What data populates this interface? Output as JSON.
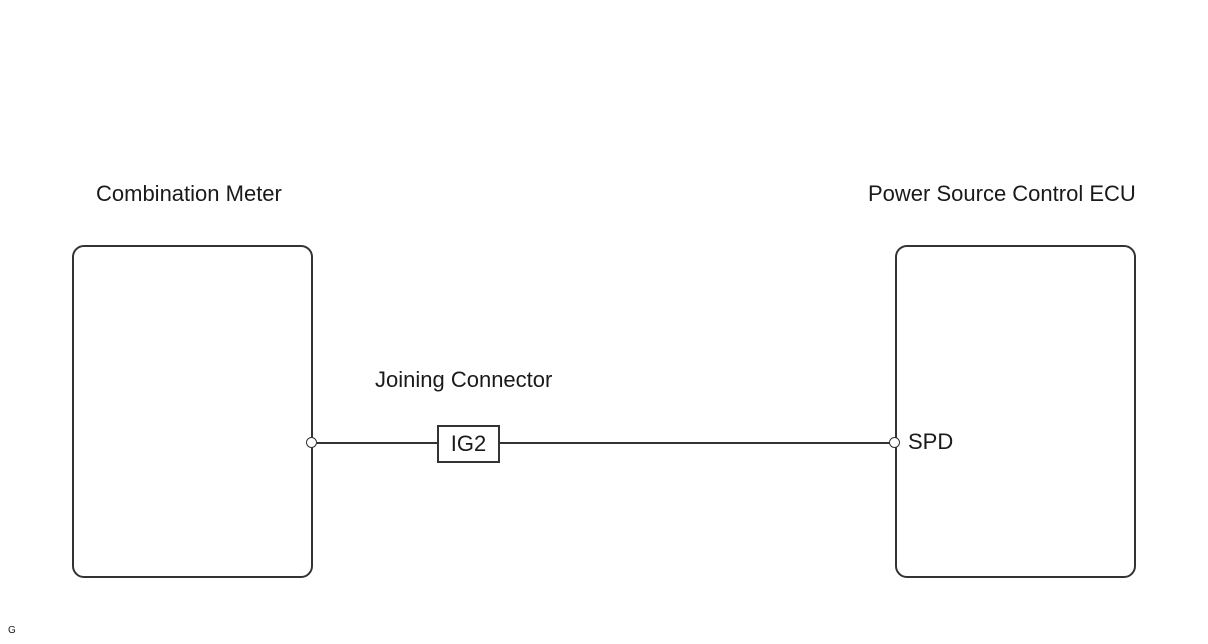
{
  "components": {
    "combination_meter": {
      "label": "Combination Meter"
    },
    "power_source_ecu": {
      "label": "Power Source Control ECU",
      "terminal": "SPD"
    },
    "joining_connector": {
      "label": "Joining Connector",
      "terminal": "IG2"
    }
  },
  "footer": {
    "corner_code": "G"
  }
}
